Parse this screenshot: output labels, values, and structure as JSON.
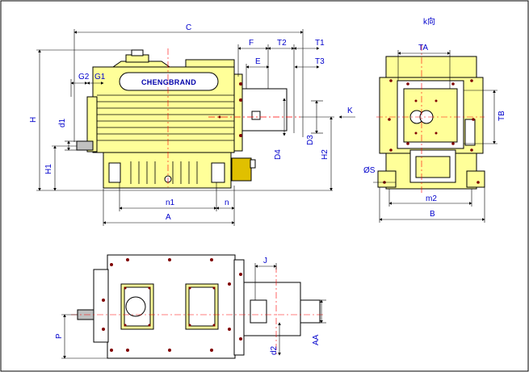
{
  "brand": "CHENGBRAND",
  "view_label": "k向",
  "dimensions": {
    "C": "C",
    "F": "F",
    "T2": "T2",
    "T1": "T1",
    "E": "E",
    "T3": "T3",
    "G2": "G2",
    "G1": "G1",
    "H": "H",
    "d1": "d1",
    "H1": "H1",
    "D4": "D4",
    "D3": "D3",
    "H2": "H2",
    "K": "K",
    "n1": "n1",
    "n": "n",
    "A": "A",
    "TA": "TA",
    "TB": "TB",
    "phiS": "ØS",
    "m2": "m2",
    "B": "B",
    "J": "J",
    "P": "P",
    "d2": "d2",
    "AA": "AA"
  },
  "colors": {
    "line": "#000000",
    "dim": "#0000cc",
    "center": "#ff0000",
    "fill": "#ffff99",
    "shaft": "#c0c0c0",
    "bolt": "#800000"
  }
}
